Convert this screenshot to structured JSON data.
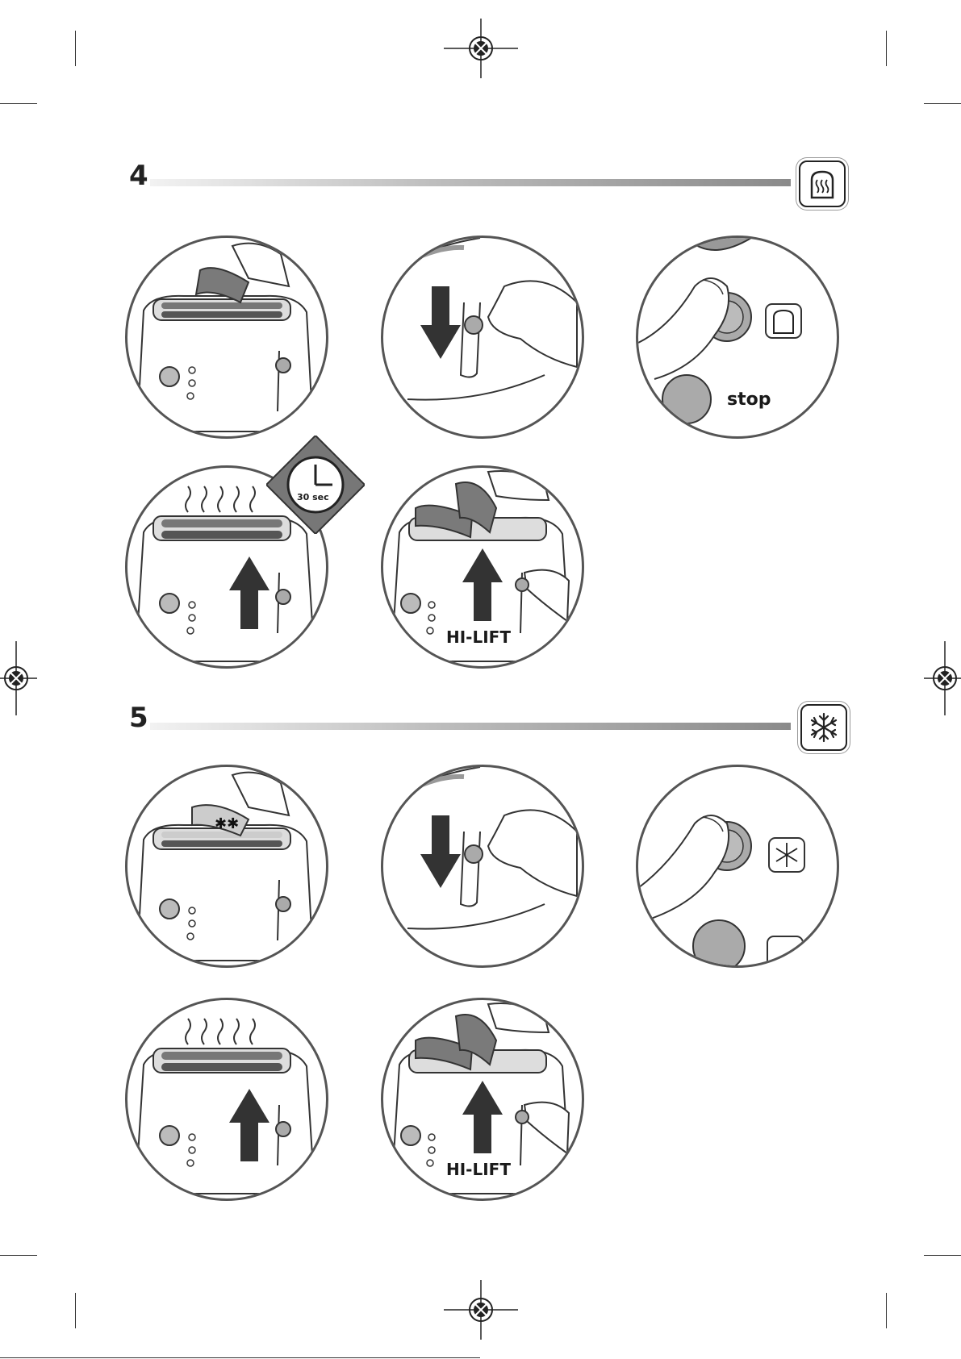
{
  "sections": [
    {
      "number": "4",
      "icon": "toast-icon",
      "steps": [
        {
          "id": "insert-bread"
        },
        {
          "id": "press-lever"
        },
        {
          "id": "press-stop",
          "label": "stop"
        },
        {
          "id": "timer-cooldown",
          "badge": "30 sec"
        },
        {
          "id": "hi-lift",
          "label": "HI-LIFT"
        }
      ]
    },
    {
      "number": "5",
      "icon": "snowflake-icon",
      "steps": [
        {
          "id": "insert-frozen-bread"
        },
        {
          "id": "press-lever"
        },
        {
          "id": "press-defrost"
        },
        {
          "id": "toast-up"
        },
        {
          "id": "hi-lift",
          "label": "HI-LIFT"
        }
      ]
    }
  ],
  "colors": {
    "accent_dark": "#222222",
    "button_grey": "#9a9a9a",
    "bread": "#7a7a7a"
  }
}
